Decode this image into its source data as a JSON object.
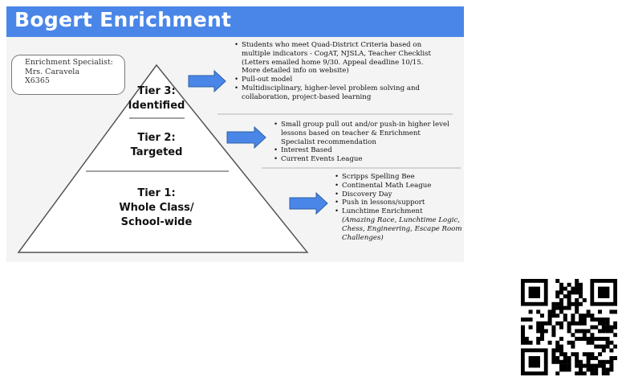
{
  "title": "Bogert Enrichment",
  "specialist": {
    "lines": [
      "Enrichment Specialist:",
      "Mrs. Caravela",
      "X6365"
    ]
  },
  "tiers": [
    {
      "label_lines": [
        "Tier 3:",
        "Identified"
      ],
      "bullets": [
        "Students who meet Quad-District Criteria based on multiple indicators - CogAT, NJSLA, Teacher Checklist (Letters emailed home 9/30. Appeal deadline 10/15. More detailed info on website)",
        "Pull-out model",
        "Multidisciplinary, higher-level problem solving and collaboration, project-based learning"
      ]
    },
    {
      "label_lines": [
        "Tier 2:",
        "Targeted"
      ],
      "bullets": [
        "Small group pull out and/or push-in higher level lessons based on teacher & Enrichment Specialist recommendation",
        "Interest Based",
        "Current Events League"
      ]
    },
    {
      "label_lines": [
        "Tier 1:",
        "Whole Class/",
        "School-wide"
      ],
      "bullets": [
        "Scripps Spelling Bee",
        "Continental Math League",
        "Discovery Day",
        "Push in lessons/support",
        "Lunchtime Enrichment"
      ],
      "note": "(Amazing Race, Lunchtime Logic, Chess, Engineering, Escape Room Challenges)"
    }
  ],
  "colors": {
    "title_bar": "#4a86e8",
    "arrow": "#4a86e8",
    "arrow_outline": "#2b5ea6"
  },
  "icons": {
    "arrow": "right-arrow-icon",
    "qr": "qr-code-icon"
  }
}
